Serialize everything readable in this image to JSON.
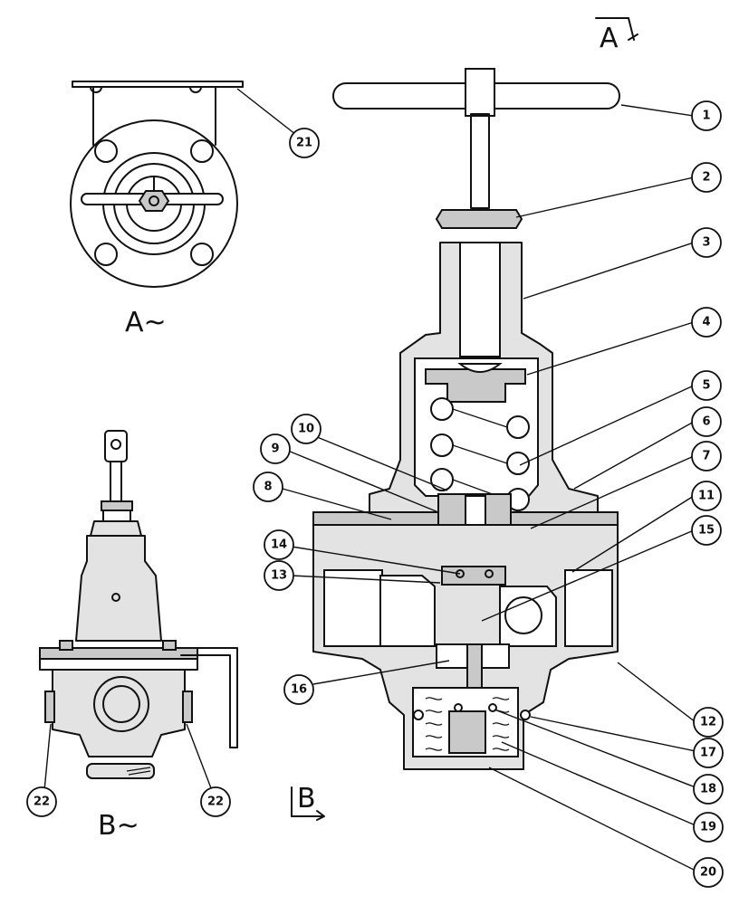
{
  "diagram": {
    "view_labels": {
      "view_a": "A~",
      "view_b": "B~"
    },
    "section_marks": {
      "a": "A",
      "b": "B"
    },
    "callouts": [
      "1",
      "2",
      "3",
      "4",
      "5",
      "6",
      "7",
      "8",
      "9",
      "10",
      "11",
      "12",
      "13",
      "14",
      "15",
      "16",
      "17",
      "18",
      "19",
      "20",
      "21",
      "22",
      "22"
    ]
  }
}
